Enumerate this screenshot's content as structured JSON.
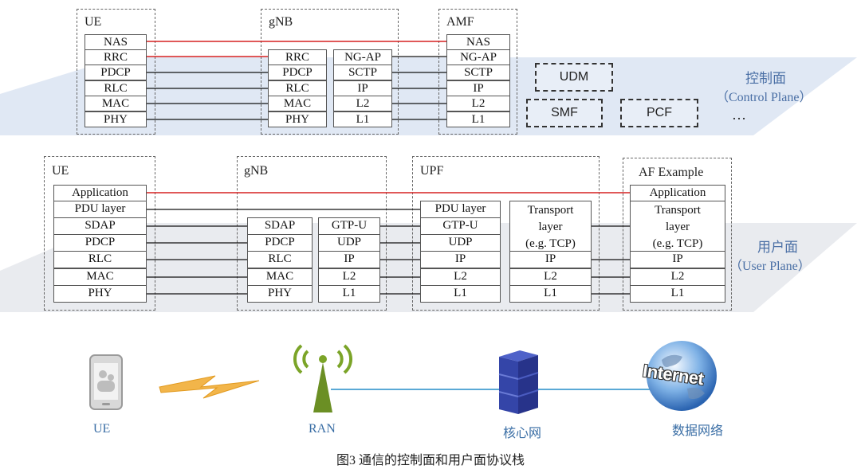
{
  "control_plane": {
    "label_cn": "控制面",
    "label_en": "（Control Plane）",
    "ue": {
      "title": "UE",
      "layers": [
        "NAS",
        "RRC",
        "PDCP",
        "RLC",
        "MAC",
        "PHY"
      ]
    },
    "gnb": {
      "title": "gNB",
      "left_layers": [
        "RRC",
        "PDCP",
        "RLC",
        "MAC",
        "PHY"
      ],
      "right_layers": [
        "NG-AP",
        "SCTP",
        "IP",
        "L2",
        "L1"
      ]
    },
    "amf": {
      "title": "AMF",
      "layers": [
        "NAS",
        "NG-AP",
        "SCTP",
        "IP",
        "L2",
        "L1"
      ]
    },
    "functions": [
      "UDM",
      "SMF",
      "PCF"
    ],
    "ellipsis": "…"
  },
  "user_plane": {
    "label_cn": "用户面",
    "label_en": "（User Plane）",
    "ue": {
      "title": "UE",
      "layers": [
        "Application",
        "PDU layer",
        "SDAP",
        "PDCP",
        "RLC",
        "MAC",
        "PHY"
      ]
    },
    "gnb": {
      "title": "gNB",
      "left_layers": [
        "SDAP",
        "PDCP",
        "RLC",
        "MAC",
        "PHY"
      ],
      "right_layers": [
        "GTP-U",
        "UDP",
        "IP",
        "L2",
        "L1"
      ]
    },
    "upf": {
      "title": "UPF",
      "left_layers": [
        "PDU layer",
        "GTP-U",
        "UDP",
        "IP",
        "L2",
        "L1"
      ],
      "transport": [
        "Transport",
        "layer",
        "(e.g. TCP)"
      ],
      "right_layers": [
        "IP",
        "L2",
        "L1"
      ]
    },
    "af": {
      "title": "AF Example",
      "app": "Application",
      "transport": [
        "Transport",
        "layer",
        "(e.g. TCP)"
      ],
      "layers": [
        "IP",
        "L2",
        "L1"
      ]
    }
  },
  "network": {
    "ue_label": "UE",
    "ran_label": "RAN",
    "core_label": "核心网",
    "data_label": "数据网络",
    "internet_text": "Internet"
  },
  "caption": "图3    通信的控制面和用户面协议栈",
  "colors": {
    "red_line": "#d62020",
    "plane": "#c9d6ec",
    "blue_text": "#3a6ea5"
  }
}
